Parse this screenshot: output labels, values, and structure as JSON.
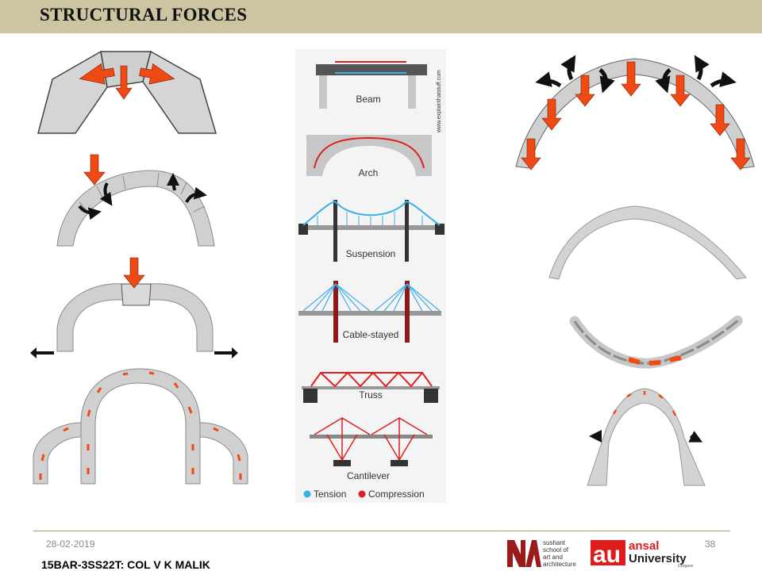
{
  "header": {
    "title": "STRUCTURAL FORCES"
  },
  "center_panel": {
    "labels": [
      "Beam",
      "Arch",
      "Suspension",
      "Cable-stayed",
      "Truss",
      "Cantilever"
    ],
    "watermark": "www.explainthatstuff.com",
    "legend": [
      {
        "label": "Tension",
        "color": "#3ab0e8"
      },
      {
        "label": "Compression",
        "color": "#e02020"
      }
    ]
  },
  "colors": {
    "force_arrow": "#f04a14",
    "stone": "#d3d3d3",
    "stone_edge": "#8a8a8a",
    "moment_arrow": "#111111",
    "title_bar": "#cdc5a2"
  },
  "footer": {
    "date": "28-02-2019",
    "page": "38",
    "course": "15BAR-3SS22T: COL V K MALIK",
    "logo_ssaa_lines": [
      "sushant",
      "school of",
      "art and",
      "architecture"
    ],
    "logo_ansal_line1": "ansal",
    "logo_ansal_line2": "University",
    "logo_ansal_line3": "Gurgaon"
  }
}
